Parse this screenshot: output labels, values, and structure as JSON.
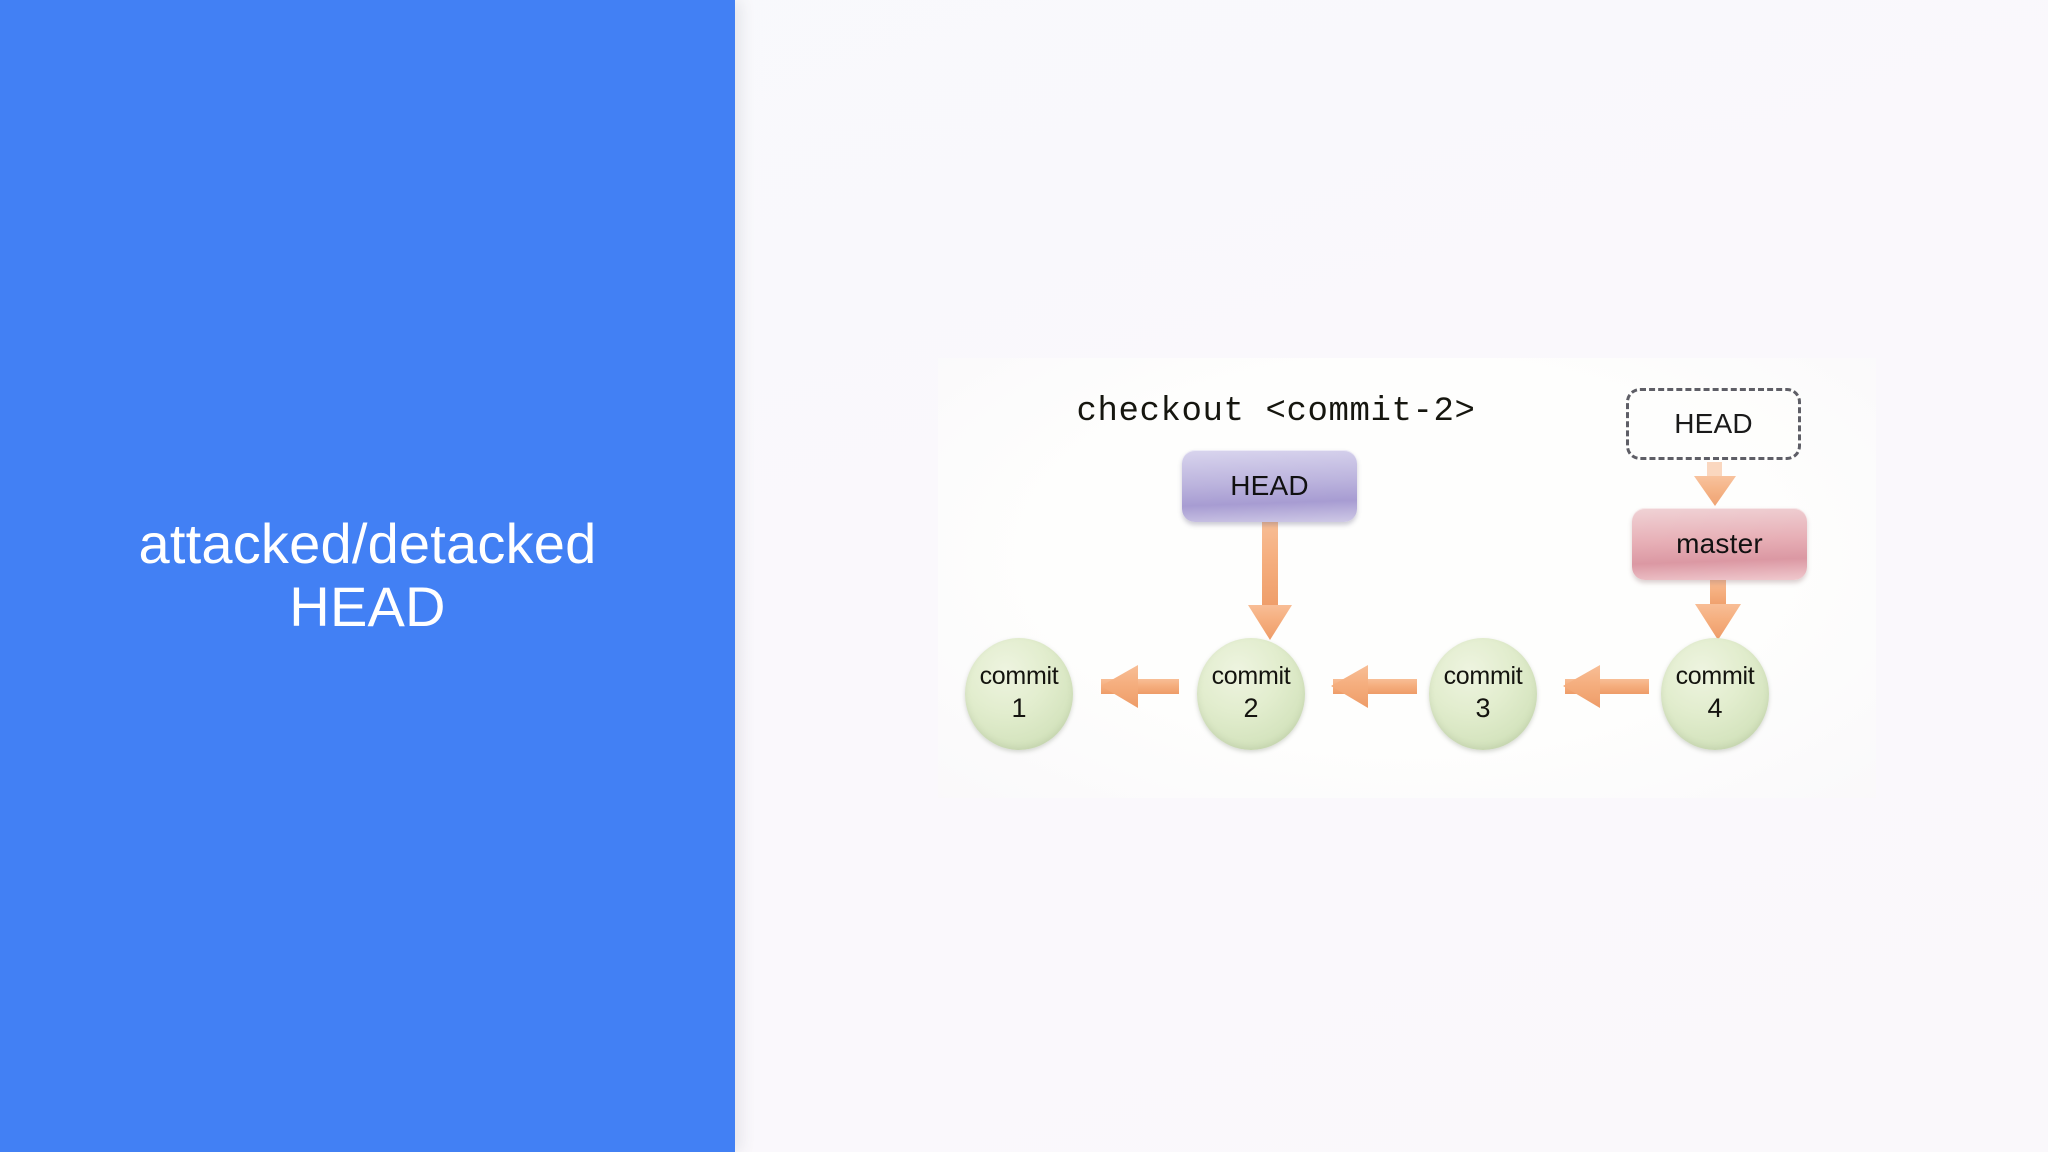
{
  "slide": {
    "title_line_1": "attacked/detacked",
    "title_line_2": "HEAD",
    "title_full": "attacked/detacked\nHEAD",
    "sidebar_color": "#4280F4",
    "background_color": "#FAF8FC"
  },
  "diagram": {
    "caption": "checkout <commit-2>",
    "panel_background": "#FEFEFD",
    "colors": {
      "commit_node": "#D7E6BE",
      "head_active": "#B4ABD8",
      "head_ghost_border": "#5E5E66",
      "master": "#E2A3AC",
      "arrow": "#F5AE7E"
    },
    "refs": [
      {
        "id": "head-active",
        "label": "HEAD",
        "style": "solid-purple",
        "points_to": "commit-2"
      },
      {
        "id": "head-ghost",
        "label": "HEAD",
        "style": "dashed-outline",
        "points_to": "master"
      },
      {
        "id": "master",
        "label": "master",
        "style": "solid-pink",
        "points_to": "commit-4"
      }
    ],
    "commits": [
      {
        "id": "commit-1",
        "label": "commit",
        "number": "1"
      },
      {
        "id": "commit-2",
        "label": "commit",
        "number": "2"
      },
      {
        "id": "commit-3",
        "label": "commit",
        "number": "3"
      },
      {
        "id": "commit-4",
        "label": "commit",
        "number": "4"
      }
    ],
    "edges": [
      {
        "from": "commit-2",
        "to": "commit-1",
        "direction": "left"
      },
      {
        "from": "commit-3",
        "to": "commit-2",
        "direction": "left"
      },
      {
        "from": "commit-4",
        "to": "commit-3",
        "direction": "left"
      },
      {
        "from": "head-active",
        "to": "commit-2",
        "direction": "down"
      },
      {
        "from": "head-ghost",
        "to": "master",
        "direction": "down",
        "style": "faded"
      },
      {
        "from": "master",
        "to": "commit-4",
        "direction": "down"
      }
    ]
  }
}
